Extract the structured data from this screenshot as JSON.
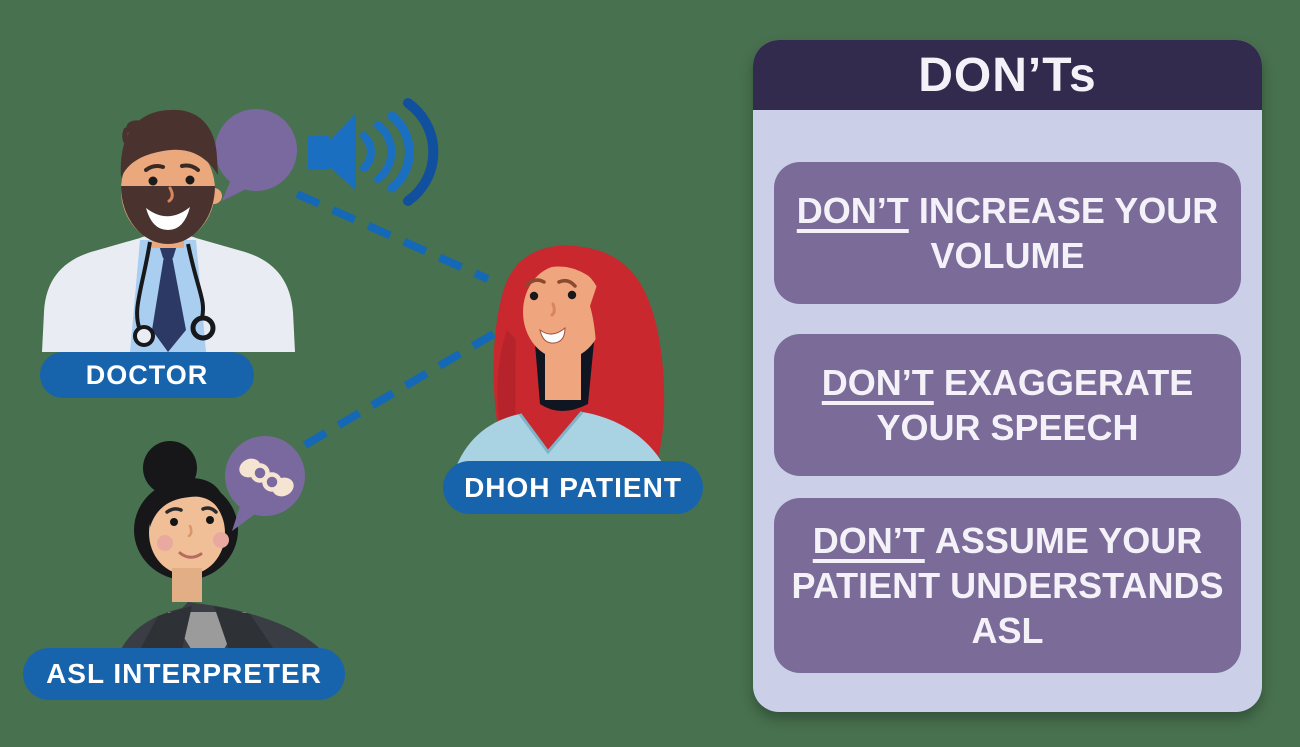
{
  "scene": {
    "background_color": "#48714F",
    "label_pill_color": "#1864AC",
    "label_text_color": "#FFFFFF",
    "connector_color": "#1568B5",
    "labels": {
      "doctor": "DOCTOR",
      "asl_interpreter": "ASL INTERPRETER",
      "dhoh_patient": "DHOH PATIENT"
    },
    "icons": {
      "doctor_speech_bubble": "speech-bubble",
      "speaker": "speaker-with-sound-waves",
      "interpreter_bubble": "sign-language-hands-bubble",
      "connectors": "dashed-lines-to-patient"
    }
  },
  "donts_panel": {
    "title": "DON’Ts",
    "header_bg": "#322B4D",
    "body_bg": "#CBD0E8",
    "card_bg": "#7A6B99",
    "text_color": "#F4F2F8",
    "items": [
      {
        "lead": "DON’T",
        "rest": "INCREASE YOUR VOLUME"
      },
      {
        "lead": "DON’T",
        "rest": "EXAGGERATE YOUR SPEECH"
      },
      {
        "lead": "DON’T",
        "rest": "ASSUME YOUR PATIENT UNDERSTANDS ASL"
      }
    ]
  }
}
